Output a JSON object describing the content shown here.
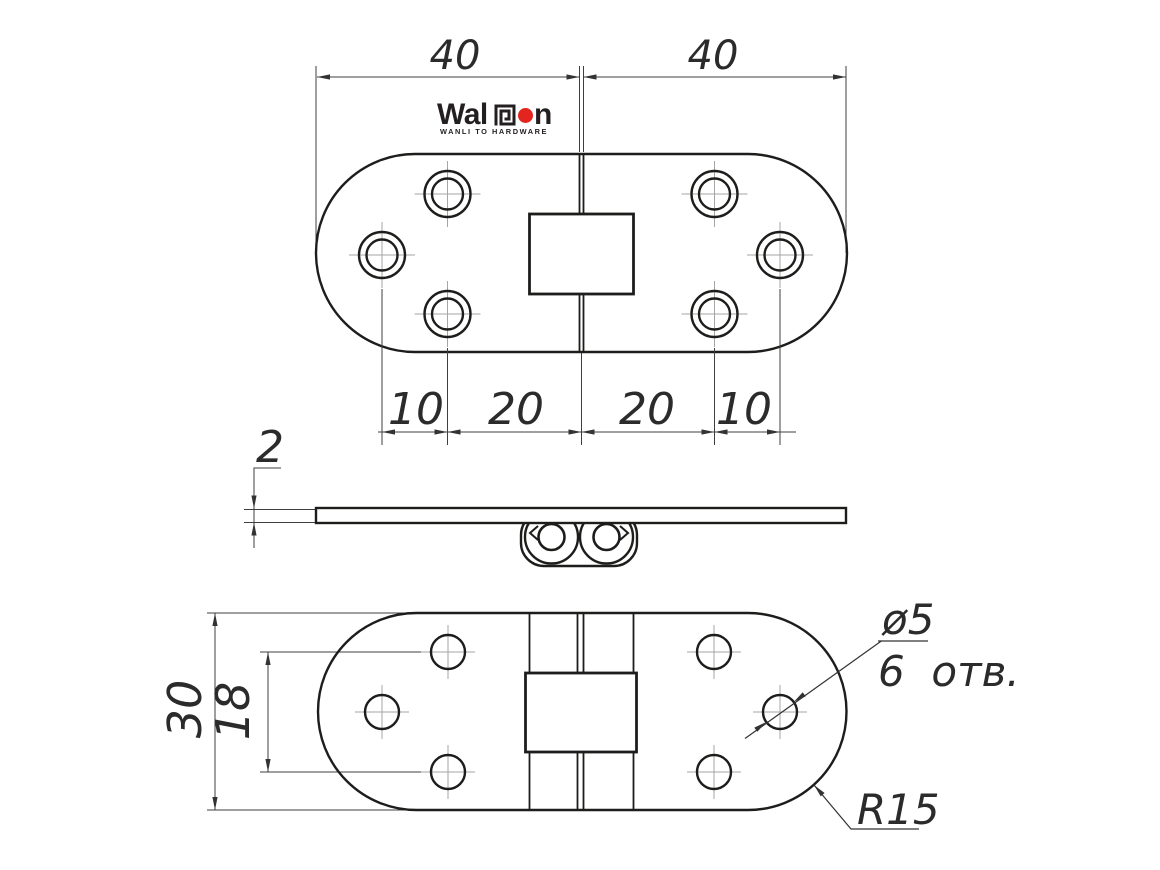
{
  "page": {
    "background": "#ffffff",
    "description": "Technical drawing of a flap hinge with three dimensioned orthographic views"
  },
  "logo": {
    "word_part1": "Wal",
    "word_part2": "n",
    "maze_icon": "maze-m-glyph",
    "dot_color": "#e4251f",
    "tagline": "WANLI TO HARDWARE"
  },
  "drawing": {
    "top_view": {
      "dim_left_half": "40",
      "dim_right_half": "40",
      "dims_bottom": [
        "10",
        "20",
        "20",
        "10"
      ]
    },
    "side_view": {
      "dim_thickness": "2"
    },
    "bottom_view": {
      "dim_overall_width": "30",
      "dim_hole_spacing": "18",
      "label_hole_diameter": "ø5",
      "label_hole_count": "6  отв.",
      "label_end_radius": "R15"
    }
  }
}
